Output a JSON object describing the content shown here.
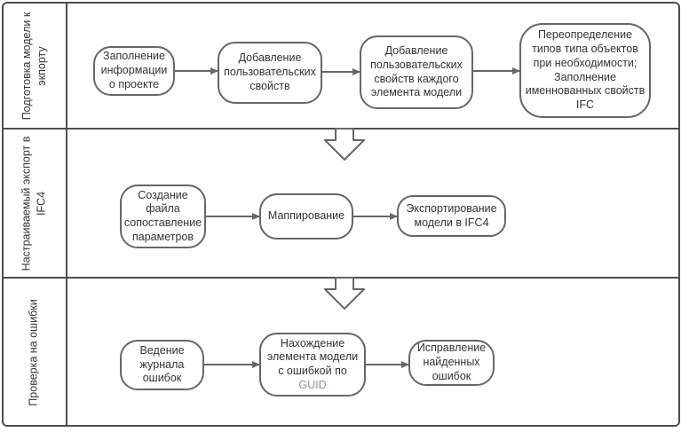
{
  "lanes": [
    {
      "label": "Подготовка модели к экпорту",
      "boxes": [
        {
          "label": "Заполнение информации о проекте"
        },
        {
          "label": "Добавление пользовательских свойств"
        },
        {
          "label": "Добавление пользовательских свойств каждого элемента модели"
        },
        {
          "label": "Переопределение типов типа объектов при необходимости; Заполнение именнованных свойств IFC"
        }
      ]
    },
    {
      "label": "Настраиваемый экспорт в IFC4",
      "boxes": [
        {
          "label": "Создание файла сопоставление параметров"
        },
        {
          "label": "Маппирование"
        },
        {
          "label": "Экспортирование модели в IFC4"
        }
      ]
    },
    {
      "label": "Проверка на ошибки",
      "boxes": [
        {
          "label": "Ведение журнала ошибок"
        },
        {
          "label": "Нахождение элемента модели с ошибкой по",
          "highlight": "GUID"
        },
        {
          "label": "Исправление найденных ошибок"
        }
      ]
    }
  ],
  "colors": {
    "box_border": "#666666",
    "lane_border": "#4d4d4d",
    "text": "#333333",
    "guid_text": "#8696ac",
    "arrow": "#666666"
  }
}
